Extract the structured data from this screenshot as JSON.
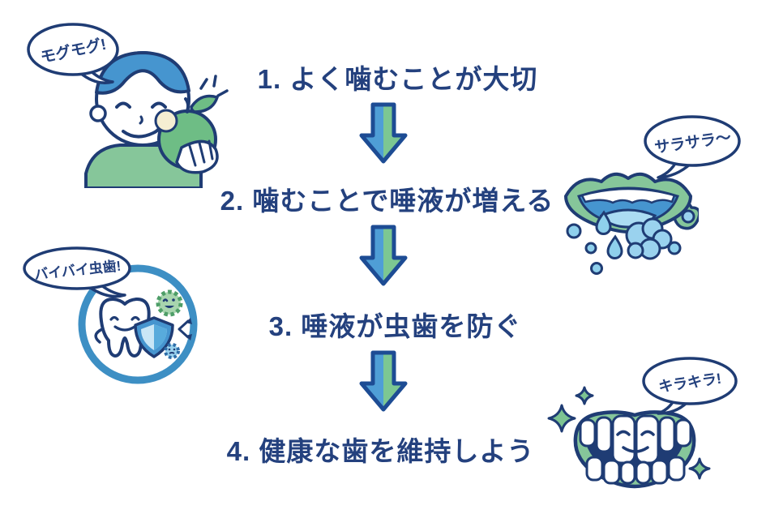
{
  "flow": {
    "steps": [
      {
        "label": "1. よく噛むことが大切"
      },
      {
        "label": "2. 噛むことで唾液が増える"
      },
      {
        "label": "3. 唾液が虫歯を防ぐ"
      },
      {
        "label": "4. 健康な歯を維持しよう"
      }
    ]
  },
  "speech_bubbles": {
    "boy": "モグモグ!",
    "saliva_mouth": "サラサラ〜",
    "tooth_shield": "バイバイ虫歯!",
    "sparkling_teeth": "キラキラ!"
  },
  "colors": {
    "text_navy": "#24417E",
    "outline_navy": "#1F3C74",
    "blue": "#4695CF",
    "green": "#86C69A",
    "apple_green": "#6EBD85",
    "light_blue": "#9AD2EE",
    "drop_blue": "#8FD0EC",
    "arrow_blue": "#4F9ED6",
    "arrow_green": "#7CC792",
    "arrow_border": "#1D4C94",
    "circle_ring_blue": "#3D8FC4",
    "germ_green": "#A8D5AE",
    "shield_blue": "#58ABDC",
    "background": "#FFFFFF"
  }
}
